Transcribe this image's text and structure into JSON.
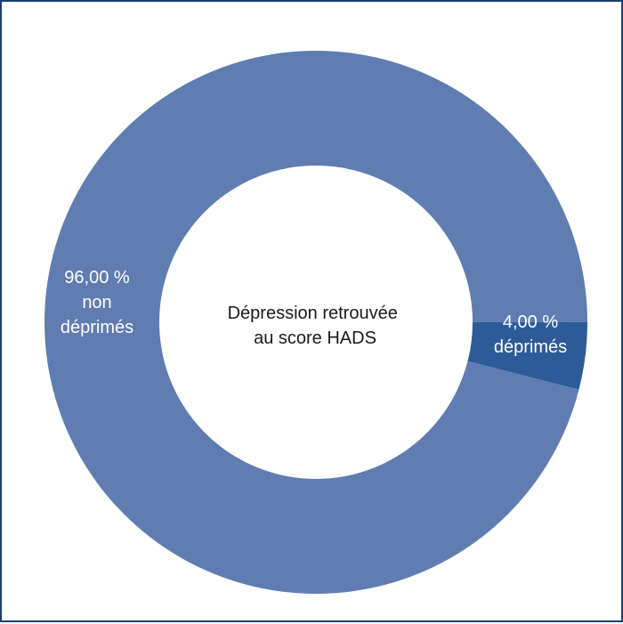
{
  "chart_data": {
    "type": "pie",
    "donut": true,
    "center_label_lines": [
      "Dépression retrouvée",
      "au score HADS"
    ],
    "slices": [
      {
        "value": 96.0,
        "label_lines": [
          "96,00 %",
          "non",
          "déprimés"
        ],
        "color": "#5f7db1"
      },
      {
        "value": 4.0,
        "label_lines": [
          "4,00 %",
          "déprimés"
        ],
        "color": "#2d5b98"
      }
    ]
  },
  "colors": {
    "border": "#1f3f73",
    "background": "#ffffff"
  }
}
